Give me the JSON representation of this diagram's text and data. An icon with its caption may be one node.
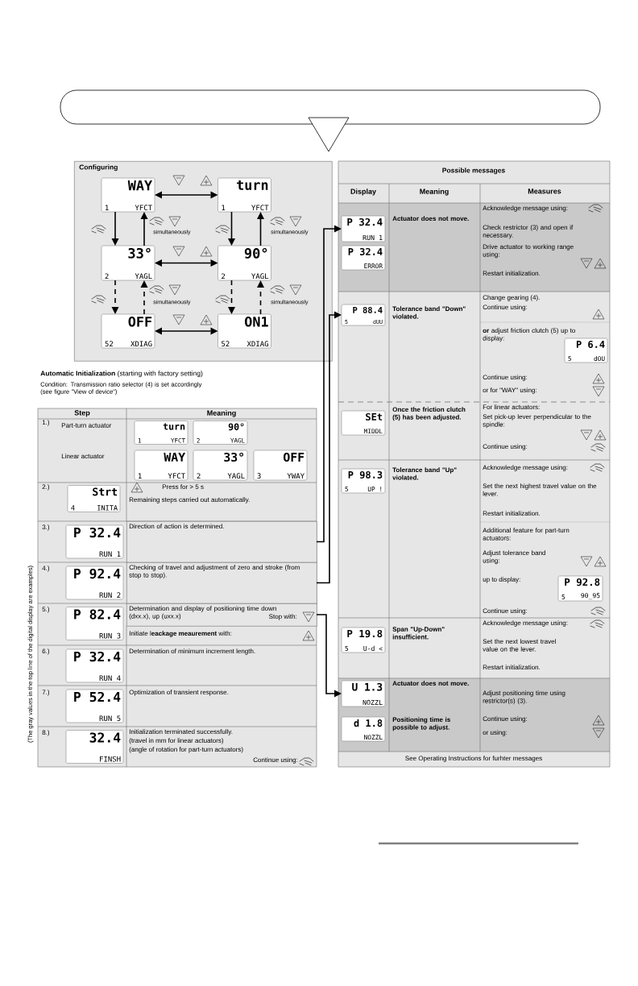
{
  "diagram": {
    "nodes": [
      {
        "text": [
          "Configuring"
        ]
      },
      {
        "text": [
          "WAY",
          "1",
          "YFCT"
        ],
        "in": 0
      },
      {
        "text": [
          "turn",
          "1",
          "YFCT"
        ],
        "in": 0
      },
      {
        "text": [
          "33°",
          "2",
          "YAGL"
        ],
        "in": 0
      },
      {
        "text": [
          "90°",
          "2",
          "YAGL"
        ],
        "in": 0
      },
      {
        "text": [
          "OFF",
          "52",
          "XDIAG"
        ],
        "in": 0
      },
      {
        "text": [
          "ON1",
          "52",
          "XDIAG"
        ],
        "in": 0
      },
      {
        "text": [
          "turn",
          "1",
          "YFCT"
        ]
      },
      {
        "text": [
          "90°",
          "2",
          "YAGL"
        ]
      },
      {
        "text": [
          "WAY",
          "1",
          "YFCT"
        ]
      },
      {
        "text": [
          "33°",
          "2",
          "YAGL"
        ]
      },
      {
        "text": [
          "OFF",
          "3",
          "YWAY"
        ]
      },
      {
        "text": [
          "Strt",
          "4",
          "INITA"
        ]
      },
      {
        "text": [
          "P 32.4",
          "RUN 1"
        ]
      },
      {
        "text": [
          "Direction of action is determined."
        ]
      },
      {
        "text": [
          "P 92.4",
          "RUN 2"
        ]
      },
      {
        "text": [
          "Checking of travel and adjustment of zero and stroke (from stop to stop)."
        ]
      },
      {
        "text": [
          "P 82.4",
          "RUN 3"
        ]
      },
      {
        "text": [
          "Determination and display of positioning time down (dxx.x),  up (uxx.x)",
          "Stop with:"
        ]
      },
      {
        "text": [
          "P 32.4",
          "RUN 4"
        ]
      },
      {
        "text": [
          "P 52.4",
          "RUN 5"
        ]
      },
      {
        "text": [
          "32.4",
          "FINSH"
        ]
      },
      {
        "text": [
          "P 32.4",
          "RUN 1"
        ]
      },
      {
        "text": [
          "P 32.4",
          "ERROR"
        ]
      },
      {
        "text": [
          "P 88.4",
          "5",
          "dUU"
        ]
      },
      {
        "text": [
          "P 6.4",
          "5",
          "dOU"
        ]
      },
      {
        "text": [
          "SEt",
          "MIDDL"
        ]
      },
      {
        "text": [
          "P 98.3",
          "5",
          "UP !"
        ]
      },
      {
        "text": [
          "P 92.8",
          "5",
          "90_95"
        ]
      },
      {
        "text": [
          "P 19.8",
          "5",
          "U-d <"
        ]
      },
      {
        "text": [
          "U 1.3",
          "NOZZL"
        ]
      },
      {
        "text": [
          "d 1.8",
          "NOZZL"
        ]
      }
    ],
    "edges": [
      {
        "from": 1,
        "to": 2,
        "arrow": "both"
      },
      {
        "from": 3,
        "to": 4,
        "arrow": "both"
      },
      {
        "from": 5,
        "to": 6,
        "arrow": "both"
      },
      {
        "from": 1,
        "to": 3,
        "arrow": "to"
      },
      {
        "from": 3,
        "to": 1,
        "arrow": "to"
      },
      {
        "from": 2,
        "to": 4,
        "arrow": "to"
      },
      {
        "from": 4,
        "to": 2,
        "arrow": "to"
      },
      {
        "from": 3,
        "to": 5,
        "arrow": "to",
        "style": "dashed"
      },
      {
        "from": 5,
        "to": 3,
        "arrow": "to",
        "style": "dashed"
      },
      {
        "from": 4,
        "to": 6,
        "arrow": "to",
        "style": "dashed"
      },
      {
        "from": 6,
        "to": 4,
        "arrow": "to",
        "style": "dashed"
      },
      {
        "from": 14,
        "to": 22,
        "arrow": "to"
      },
      {
        "from": 16,
        "to": 24,
        "arrow": "to"
      },
      {
        "from": 18,
        "to": 30,
        "arrow": "to"
      }
    ],
    "labels": [
      "simultaneously",
      "simultaneously",
      "simultaneously",
      "simultaneously",
      "**Automatic Initialization** (starting with factory setting)",
      "Condition: Transmission ratio selector (4) is set accordingly (see figure \"View of device\")",
      "Step",
      "Meaning",
      "1.)",
      "Part-turn actuator",
      "Linear actuator",
      "2.)",
      "Press for > 5 s",
      "Remaining steps carried out automatically.",
      "3.)",
      "4.)",
      "5.)",
      "Initiate l**eackage meaurement** with:",
      "6.)",
      "Determination of minimum increment length.",
      "7.)",
      "Optimization of transient response.",
      "8.)",
      "Initialization terminated successfully.",
      "(travel in mm for linear actuators)",
      "(angle of rotation for part-turn actuators)",
      "Continue using:",
      "(The gray values in the top line of the digital display are examples)",
      "Possible messages",
      "Display",
      "Meaning",
      "Measures",
      "Actuator does not move.",
      "Acknowledge message using:",
      "Check restrictor (3) and open if necessary.",
      "Drive actuator to working range using:",
      "Restart initialization.",
      "Tolerance band \"Down\" violated.",
      "Change gearing (4).",
      "Continue using:",
      "**or** adjust friction clutch (5) up to display:",
      "Continue using:",
      "or for \"WAY\" using:",
      "Once the friction clutch (5) has been adjusted.",
      "For linear actuators:",
      "Set pick-up lever perpendicular to the spindle:",
      "Continue using:",
      "Tolerance band \"Up\" violated.",
      "Acknowledge message using:",
      "Set the next highest travel value on the lever.",
      "Restart initialization.",
      "Additional feature for part-turn actuators:",
      "Adjust tolerance band using:",
      "up to display:",
      "Continue using:",
      "Span \"Up-Down\" insufficient.",
      "Acknowledge message using:",
      "Set the next lowest travel value on the lever.",
      "Restart initialization.",
      "Actuator does not move.",
      "Positioning time is possible to adjust.",
      "Adjust positioning time using restrictor(s) (3).",
      "Continue using:",
      "or using:",
      "See Operating Instructions for furhter messages"
    ]
  }
}
